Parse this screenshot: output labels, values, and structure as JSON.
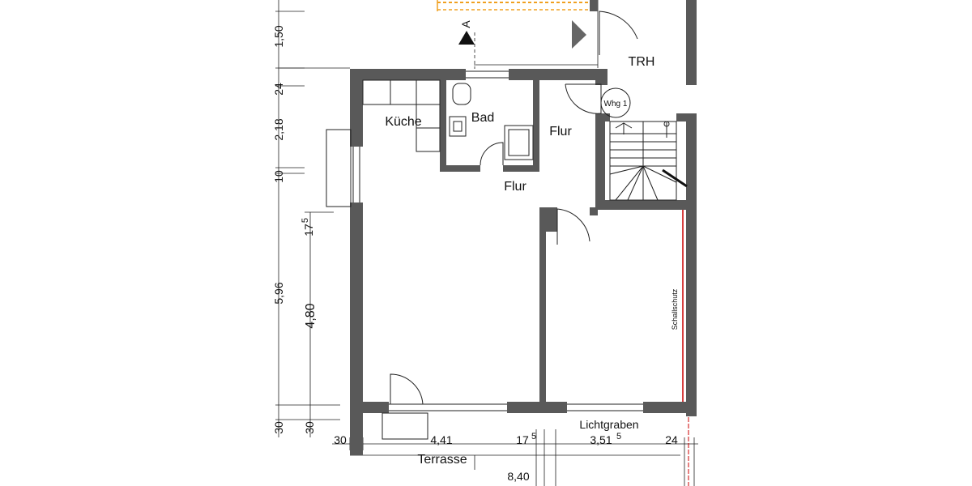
{
  "rooms": {
    "kitchen": "Küche",
    "bath": "Bad",
    "hall_upper": "Flur",
    "hall_lower": "Flur",
    "stairwell": "TRH",
    "terrace": "Terrasse",
    "light_well": "Lichtgraben",
    "soundproofing": "Schallschutz"
  },
  "unit_badge": "Whg 1",
  "section_marker": "A",
  "dimensions": {
    "left_top": "1,50",
    "left_24": "24",
    "left_218": "2,18",
    "left_10": "10",
    "left_175_main": "17",
    "left_175_sup": "5",
    "left_596": "5,96",
    "left_480": "4,80",
    "left_30_a": "30",
    "left_30_b": "30",
    "bottom_30": "30",
    "bottom_441": "4,41",
    "bottom_175_main": "17",
    "bottom_175_sup": "5",
    "bottom_3515_main": "3,51",
    "bottom_3515_sup": "5",
    "bottom_24": "24",
    "bottom_840": "8,40"
  },
  "colors": {
    "wall": "#595959",
    "section_hatch": "#f0a020",
    "soundproof_line": "#cc0000"
  }
}
